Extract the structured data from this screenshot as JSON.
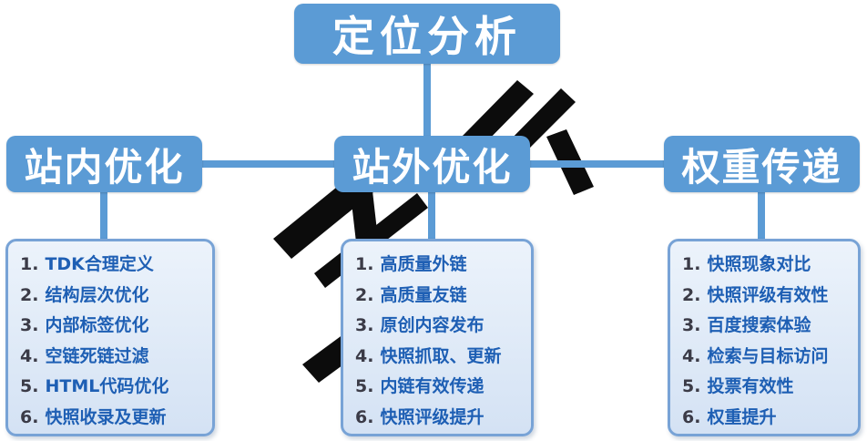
{
  "root_label": "定位分析",
  "branches": [
    {
      "label": "站内优化",
      "items": [
        {
          "n": "1.",
          "t": "TDK合理定义"
        },
        {
          "n": "2.",
          "t": "结构层次优化"
        },
        {
          "n": "3.",
          "t": "内部标签优化"
        },
        {
          "n": "4.",
          "t": "空链死链过滤"
        },
        {
          "n": "5.",
          "t": "HTML代码优化"
        },
        {
          "n": "6.",
          "t": "快照收录及更新"
        }
      ]
    },
    {
      "label": "站外优化",
      "items": [
        {
          "n": "1.",
          "t": "高质量外链"
        },
        {
          "n": "2.",
          "t": "高质量友链"
        },
        {
          "n": "3.",
          "t": "原创内容发布"
        },
        {
          "n": "4.",
          "t": "快照抓取、更新"
        },
        {
          "n": "5.",
          "t": "内链有效传递"
        },
        {
          "n": "6.",
          "t": "快照评级提升"
        }
      ]
    },
    {
      "label": "权重传递",
      "items": [
        {
          "n": "1.",
          "t": "快照现象对比"
        },
        {
          "n": "2.",
          "t": "快照评级有效性"
        },
        {
          "n": "3.",
          "t": "百度搜索体验"
        },
        {
          "n": "4.",
          "t": "检索与目标访问"
        },
        {
          "n": "5.",
          "t": "投票有效性"
        },
        {
          "n": "6.",
          "t": "权重提升"
        }
      ]
    }
  ],
  "colors": {
    "node_blue": "#5b9bd5",
    "list_border": "#78a3d6",
    "list_bg_top": "#ecf3fb",
    "list_bg_bottom": "#d4e2f4",
    "item_text": "#1e5fb4",
    "item_number": "#3b3b47"
  }
}
